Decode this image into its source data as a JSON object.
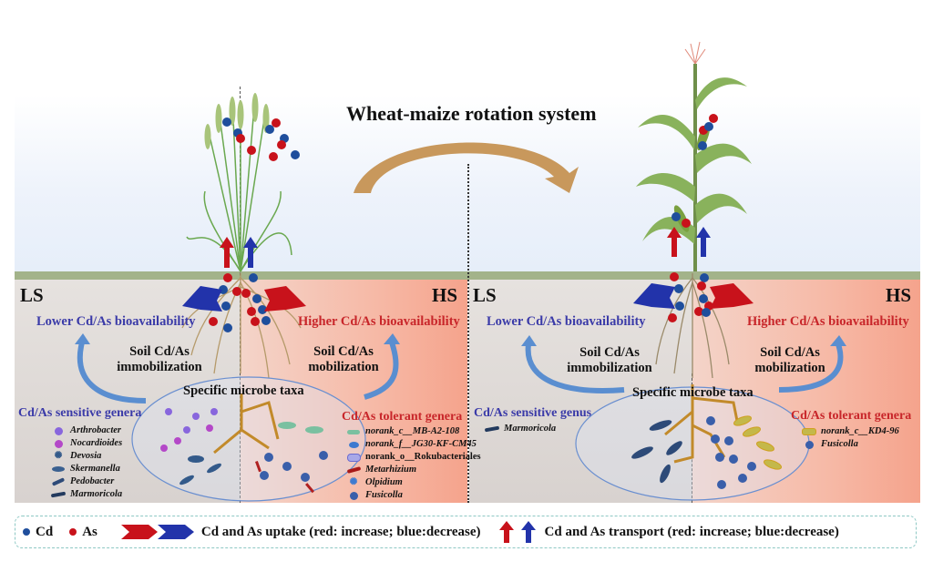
{
  "title": "Wheat-maize rotation system",
  "colors": {
    "cd": "#1f4e9c",
    "as": "#c8121b",
    "increase": "#c8121b",
    "decrease": "#2233aa",
    "lower_text": "#3a3aa8",
    "higher_text": "#c8262a",
    "rotation_arrow": "#c8985c",
    "ground_band": "#a3b38a"
  },
  "panels": [
    {
      "crop": "wheat",
      "ls_label": "LS",
      "hs_label": "HS",
      "lower_bioavailability": "Lower Cd/As  bioavailability",
      "higher_bioavailability": "Higher Cd/As  bioavailability",
      "immobilization": [
        "Soil Cd/As",
        "immobilization"
      ],
      "mobilization": [
        "Soil Cd/As",
        "mobilization"
      ],
      "microbe_taxa": "Specific microbe taxa",
      "sensitive_title": "Cd/As sensitive  genera",
      "sensitive_genera": [
        {
          "name": "Arthrobacter",
          "icon": "spiky-purple-cell-icon"
        },
        {
          "name": "Nocardioides",
          "icon": "magenta-cell-icon"
        },
        {
          "name": "Devosia",
          "icon": "spiky-blue-cell-icon"
        },
        {
          "name": "Skermanella",
          "icon": "oval-bacterium-icon"
        },
        {
          "name": "Pedobacter",
          "icon": "rod-bacterium-icon"
        },
        {
          "name": "Marmoricola",
          "icon": "dark-rod-bacterium-icon"
        }
      ],
      "tolerant_title": "Cd/As tolerant  genera",
      "tolerant_genera": [
        {
          "name": "norank_c__MB-A2-108",
          "icon": "green-bacillus-icon"
        },
        {
          "name": "norank_f__JG30-KF-CM45",
          "icon": "blue-bean-icon"
        },
        {
          "name": "norank_o__Rokubacteriales",
          "icon": "lavender-capsule-icon"
        },
        {
          "name": "Metarhizium",
          "icon": "red-rod-icon"
        },
        {
          "name": "Olpidium",
          "icon": "spiky-blue-spore-icon"
        },
        {
          "name": "Fusicolla",
          "icon": "blue-sphere-icon"
        }
      ]
    },
    {
      "crop": "maize",
      "ls_label": "LS",
      "hs_label": "HS",
      "lower_bioavailability": "Lower Cd/As  bioavailability",
      "higher_bioavailability": "Higher Cd/As  bioavailability",
      "immobilization": [
        "Soil Cd/As",
        "immobilization"
      ],
      "mobilization": [
        "Soil Cd/As",
        "mobilization"
      ],
      "microbe_taxa": "Specific microbe taxa",
      "sensitive_title": "Cd/As sensitive  genus",
      "sensitive_genera": [
        {
          "name": "Marmoricola",
          "icon": "dark-rod-bacterium-icon"
        }
      ],
      "tolerant_title": "Cd/As tolerant  genera",
      "tolerant_genera": [
        {
          "name": "norank_c__KD4-96",
          "icon": "yellow-green-bacillus-icon"
        },
        {
          "name": "Fusicolla",
          "icon": "blue-sphere-icon"
        }
      ]
    }
  ],
  "legend": {
    "cd": "Cd",
    "as": "As",
    "uptake": "Cd and As uptake (red: increase; blue:decrease)",
    "transport": "Cd and As transport (red: increase; blue:decrease)"
  }
}
